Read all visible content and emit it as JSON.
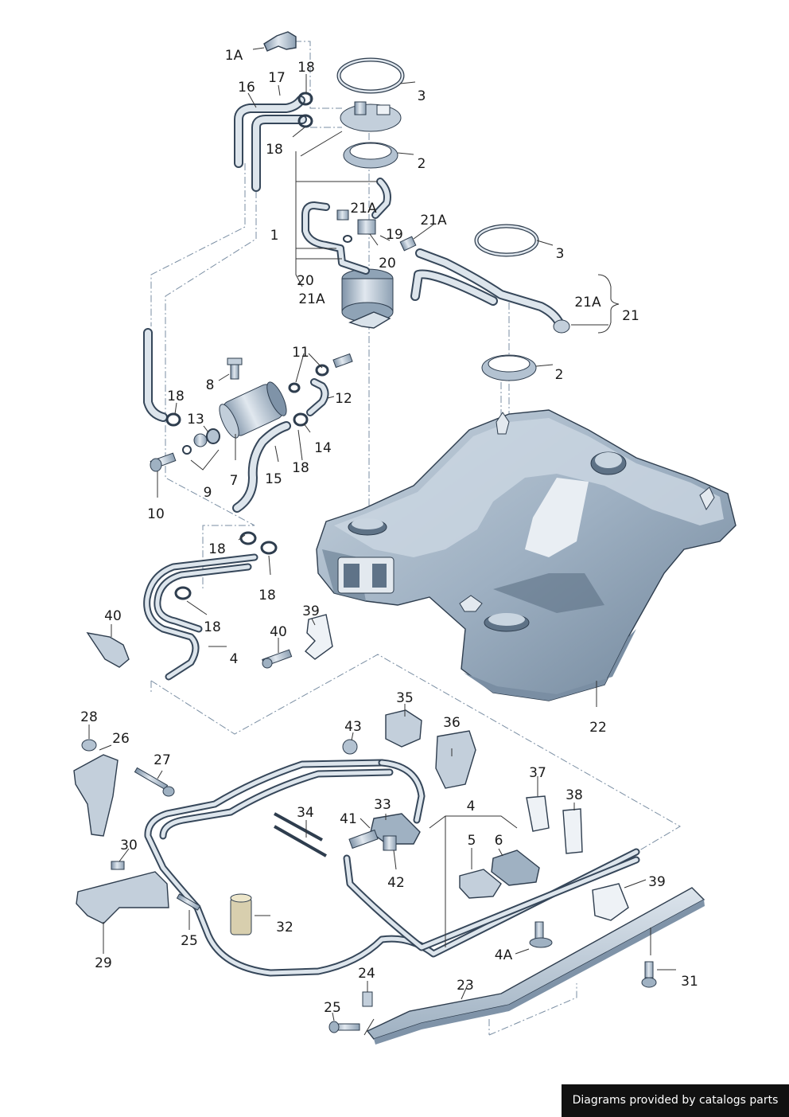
{
  "labels": {
    "l_1A": "1A",
    "l_18a": "18",
    "l_17": "17",
    "l_16": "16",
    "l_3a": "3",
    "l_2a": "2",
    "l_18b": "18",
    "l_21Aa": "21A",
    "l_21Ab": "21A",
    "l_19": "19",
    "l_1": "1",
    "l_20a": "20",
    "l_20b": "20",
    "l_21Ac": "21A",
    "l_3b": "3",
    "l_21Ad": "21A",
    "l_21": "21",
    "l_2b": "2",
    "l_11": "11",
    "l_8": "8",
    "l_12": "12",
    "l_18c": "18",
    "l_13": "13",
    "l_14": "14",
    "l_15": "15",
    "l_18d": "18",
    "l_7": "7",
    "l_9": "9",
    "l_10": "10",
    "l_18e": "18",
    "l_18f": "18",
    "l_40a": "40",
    "l_39a": "39",
    "l_18g": "18",
    "l_40b": "40",
    "l_4a": "4",
    "l_22": "22",
    "l_35": "35",
    "l_28": "28",
    "l_26": "26",
    "l_43": "43",
    "l_36": "36",
    "l_27": "27",
    "l_37": "37",
    "l_38": "38",
    "l_34": "34",
    "l_33": "33",
    "l_4b": "4",
    "l_41": "41",
    "l_5": "5",
    "l_6": "6",
    "l_42": "42",
    "l_30": "30",
    "l_39b": "39",
    "l_32": "32",
    "l_25a": "25",
    "l_4A": "4A",
    "l_29": "29",
    "l_24": "24",
    "l_31": "31",
    "l_23": "23",
    "l_25b": "25"
  },
  "credit": "Diagrams provided by catalogs parts"
}
